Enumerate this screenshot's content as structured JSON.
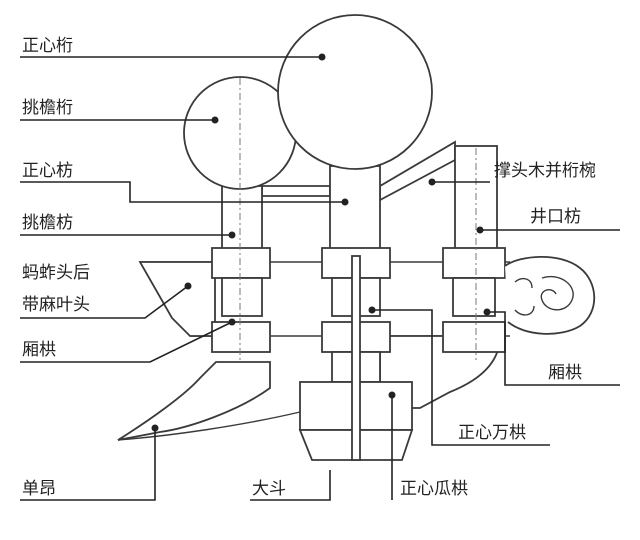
{
  "labels": {
    "zhengxin_heng": "正心桁",
    "tiaoyan_heng": "挑檐桁",
    "zhengxin_fang": "正心枋",
    "tiaoyan_fang": "挑檐枋",
    "mazha_line1": "蚂蚱头后",
    "mazha_line2": "带麻叶头",
    "xianggong_left": "厢栱",
    "dan_ang": "单昂",
    "da_dou": "大斗",
    "zhengxin_guagong": "正心瓜栱",
    "zhengxin_wangong": "正心万栱",
    "xianggong_right": "厢栱",
    "jingkou_fang": "井口枋",
    "chengtou": "撑头木并桁椀"
  }
}
